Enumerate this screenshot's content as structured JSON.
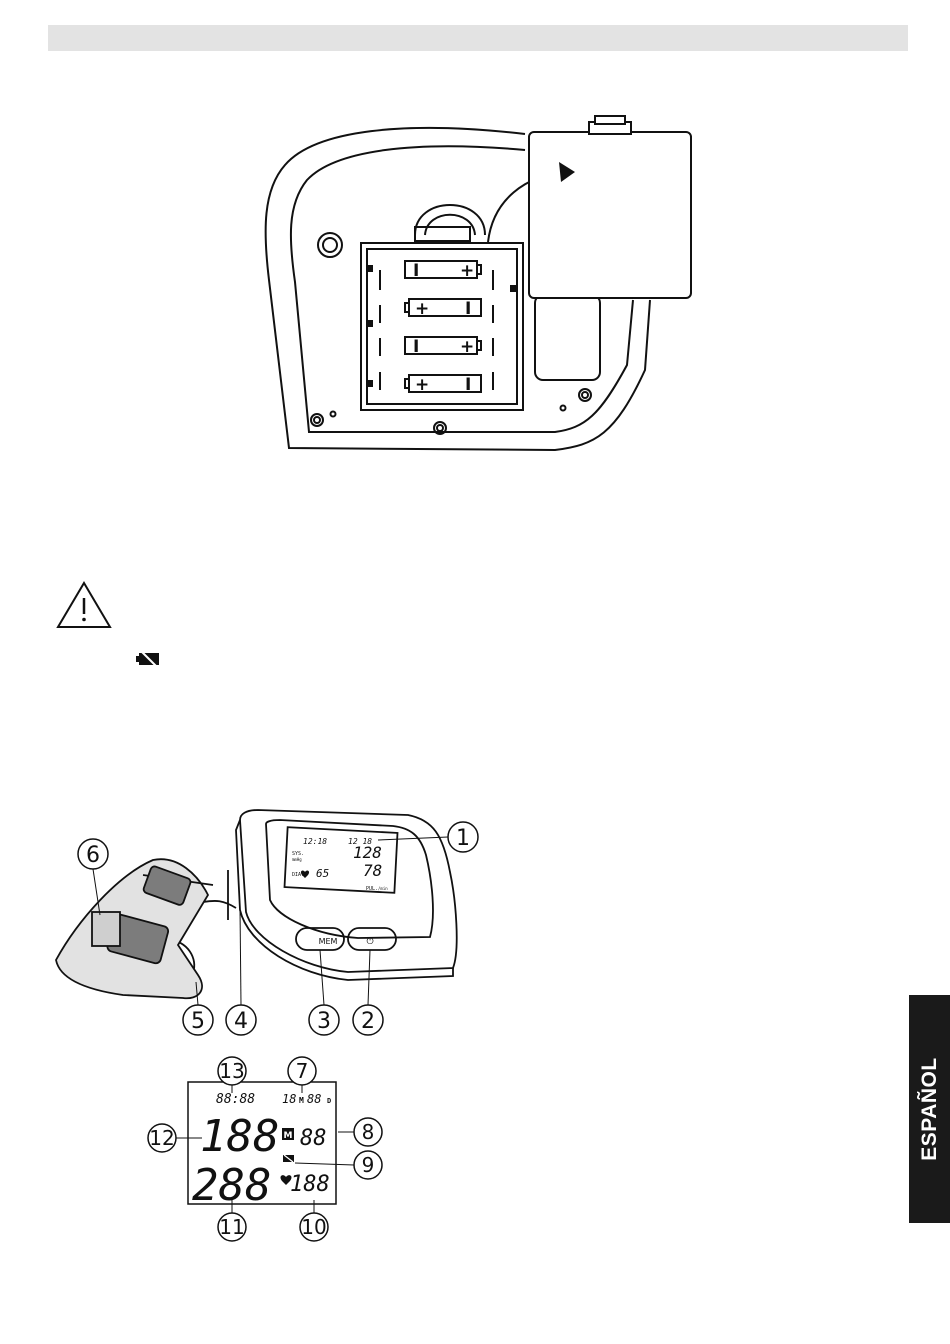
{
  "side_tab": {
    "label": "ESPAÑOL"
  },
  "battery_figure": {
    "battery_plus": "+",
    "battery_minus": "I"
  },
  "device_figure": {
    "callouts": [
      "1",
      "2",
      "3",
      "4",
      "5",
      "6"
    ],
    "lcd": {
      "time": "12:18",
      "date": "12 18",
      "sys_label": "SYS.",
      "dia_label": "DIA.",
      "unit": "mmHg",
      "sys": "128",
      "dia": "78",
      "pulse": "65",
      "pul_label": "PUL.",
      "pul_unit": "/min"
    },
    "mem_button": "MEM",
    "power_button": "⏻"
  },
  "lcd_figure": {
    "callouts": [
      "7",
      "8",
      "9",
      "10",
      "11",
      "12",
      "13"
    ],
    "time": "88:88",
    "date_month": "18",
    "m": "M",
    "date_day": "88",
    "d": "D",
    "mem_icon": "M",
    "sys": "188",
    "mem_value": "88",
    "dia": "288",
    "pulse": "188"
  },
  "icons": {
    "warning": "warning-triangle-icon",
    "battery_low": "battery-low-icon"
  }
}
